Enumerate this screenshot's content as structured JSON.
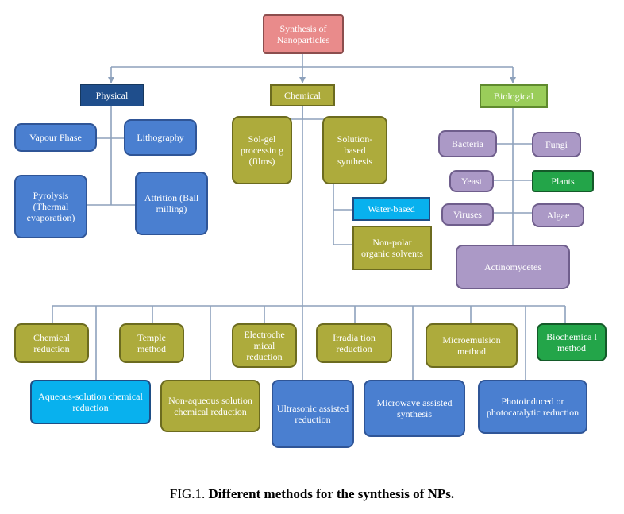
{
  "nodes": {
    "root": "Synthesis of Nanoparticles",
    "physical": "Physical",
    "chemical": "Chemical",
    "biological": "Biological",
    "vapour_phase": "Vapour Phase",
    "lithography": "Lithography",
    "pyrolysis": "Pyrolysis (Thermal evaporation)",
    "attrition": "Attrition (Ball milling)",
    "sol_gel": "Sol-gel processin g (films)",
    "solution_based": "Solution-based synthesis",
    "water_based": "Water-based",
    "non_polar": "Non-polar organic solvents",
    "bacteria": "Bacteria",
    "fungi": "Fungi",
    "yeast": "Yeast",
    "plants": "Plants",
    "viruses": "Viruses",
    "algae": "Algae",
    "actinomycetes": "Actinomycetes",
    "chemical_reduction": "Chemical reduction",
    "temple_method": "Temple method",
    "electrochemical_reduction": "Electroche mical reduction",
    "irradiation_reduction": "Irradia tion reduction",
    "microemulsion_method": "Microemulsion method",
    "biochemical_method": "Biochemica l method",
    "aqueous_solution": "Aqueous-solution chemical reduction",
    "non_aqueous": "Non-aqueous solution chemical reduction",
    "ultrasonic": "Ultrasonic assisted reduction",
    "microwave": "Microwave assisted synthesis",
    "photoinduced": "Photoinduced or photocatalytic reduction"
  },
  "caption": {
    "prefix": "FIG.1.",
    "text": "Different methods for the synthesis of NPs."
  },
  "colors": {
    "connector": "#8da1bc",
    "blue": "#4a7fd0",
    "olive": "#adab3c",
    "purple": "#ab99c6",
    "cyan": "#08b1ee",
    "green": "#23a549",
    "dark_blue": "#1f4e8c",
    "lime": "#9acd5a",
    "pink": "#e98b8b"
  }
}
